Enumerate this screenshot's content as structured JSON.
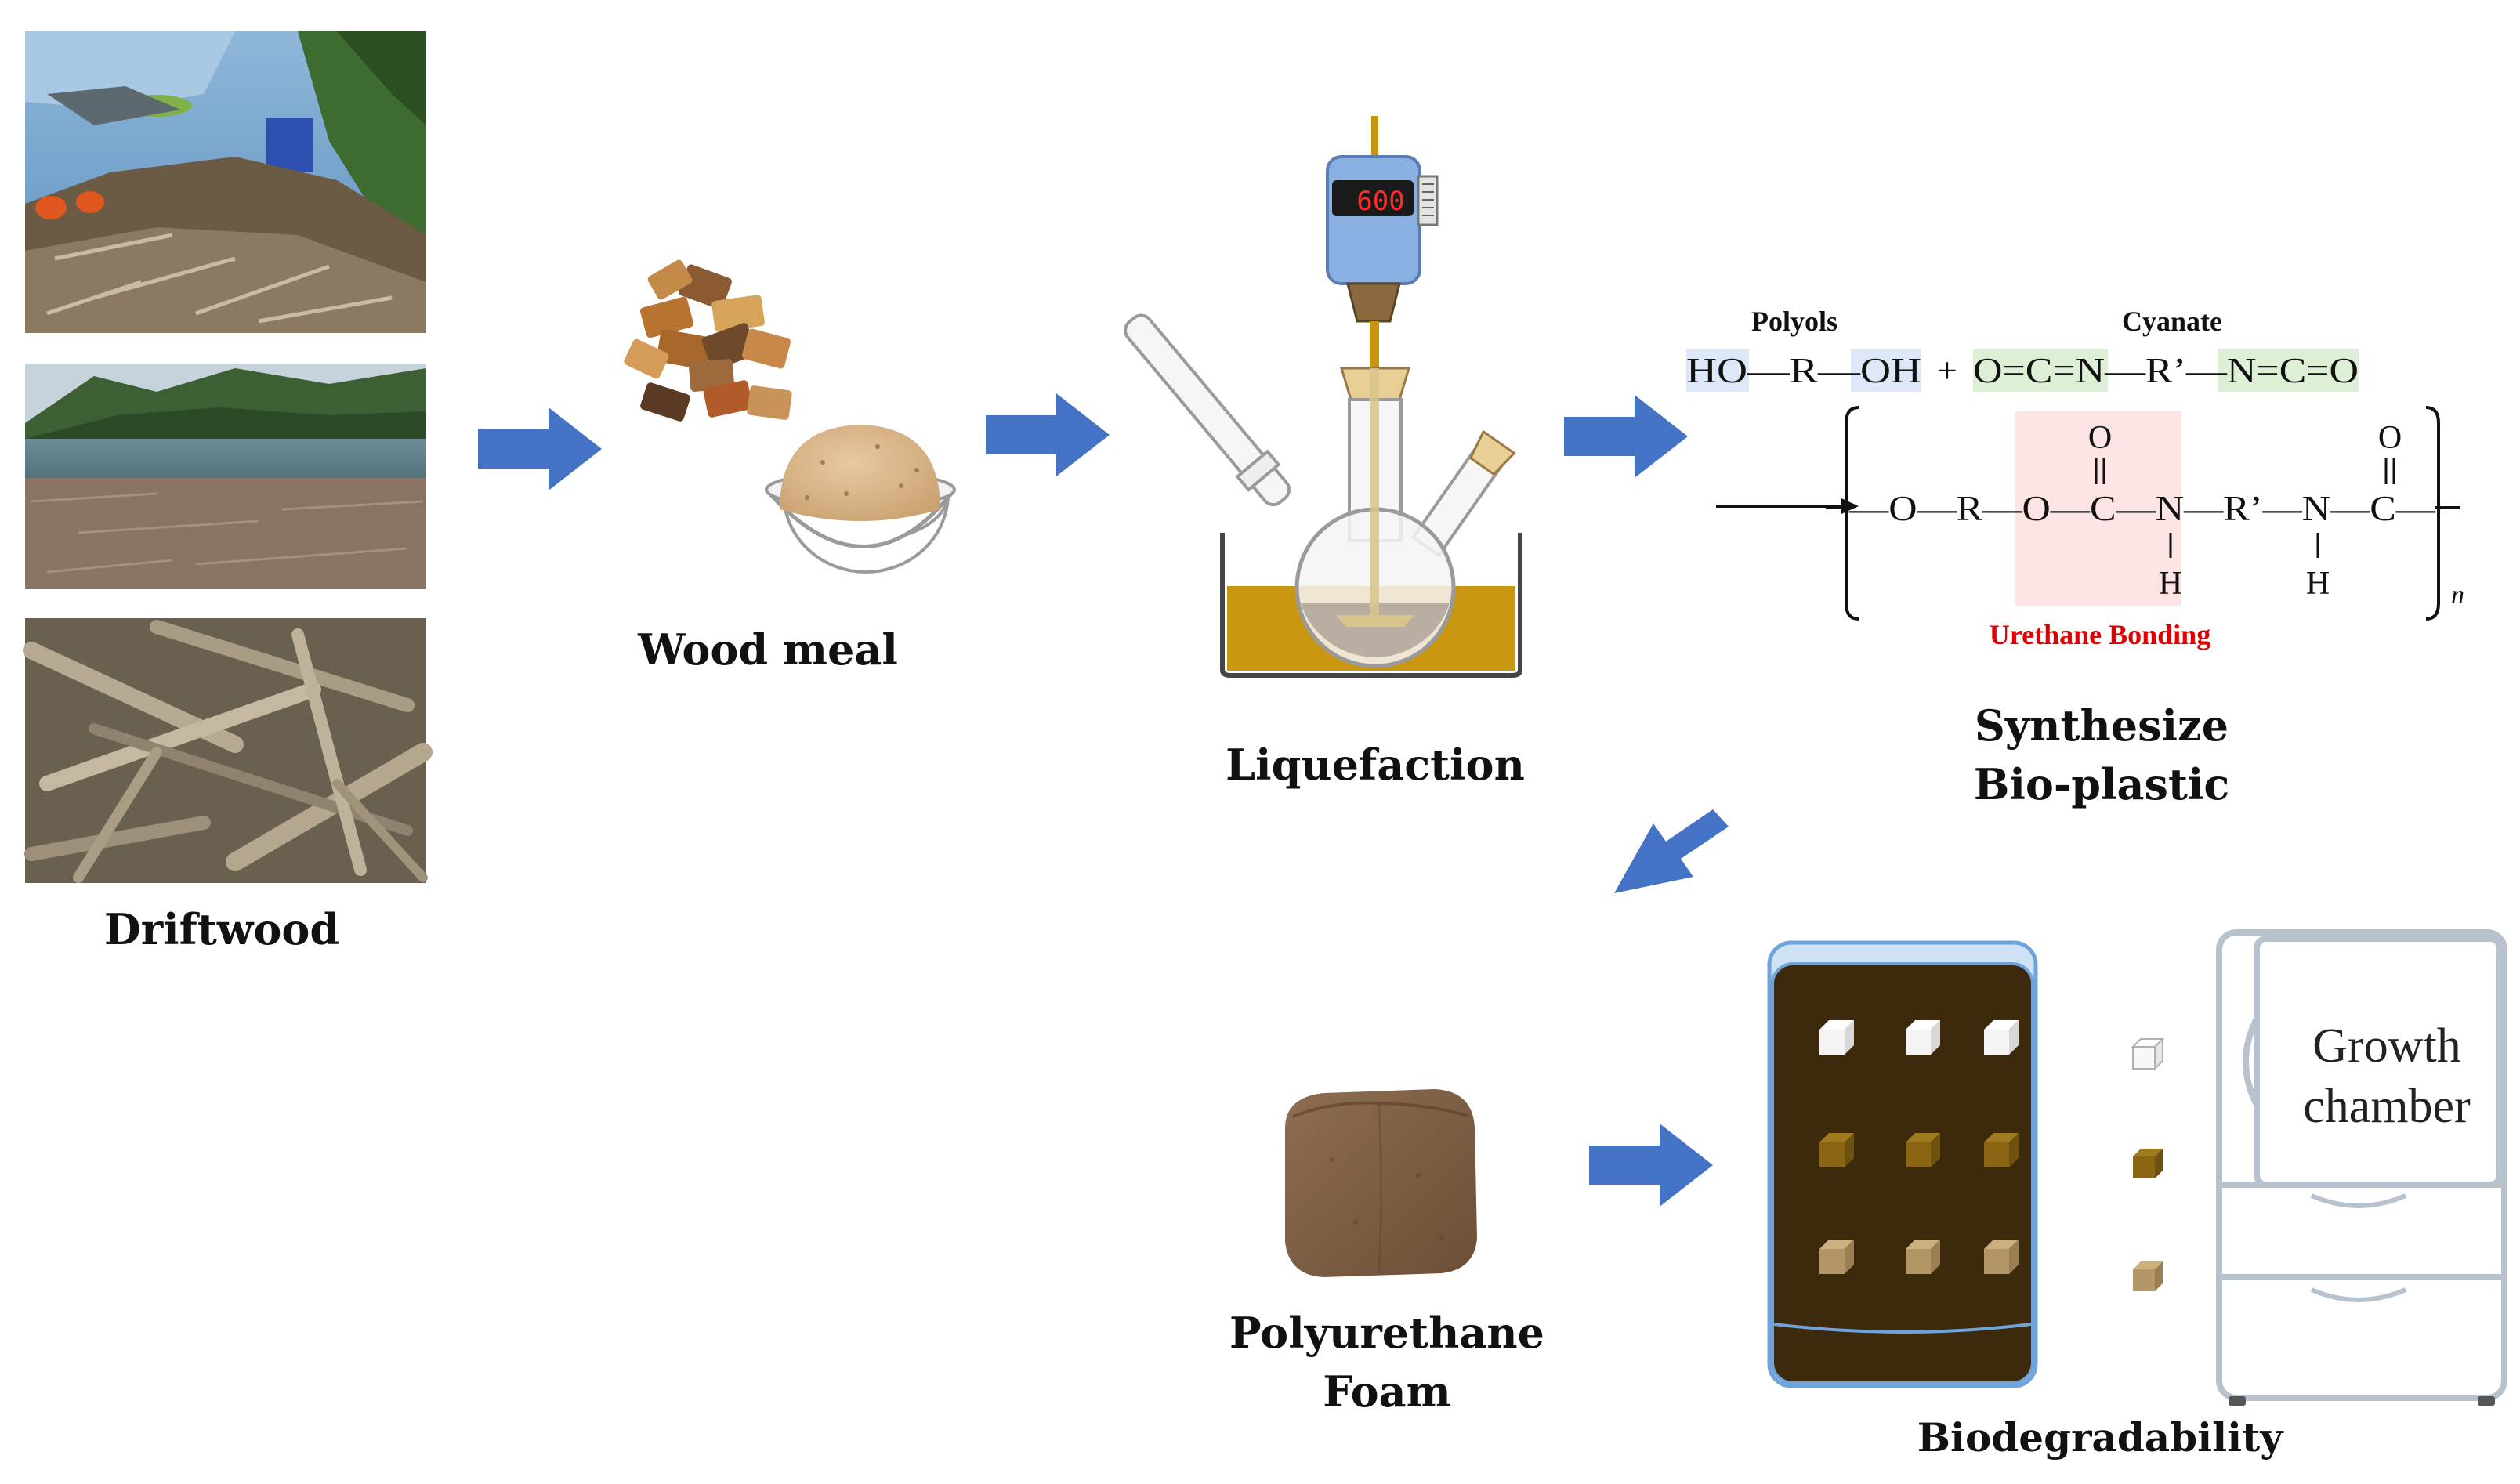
{
  "labels": {
    "driftwood": "Driftwood",
    "wood_meal": "Wood meal",
    "liquefaction": "Liquefaction",
    "synthesize_line1": "Synthesize",
    "synthesize_line2": "Bio-plastic",
    "polyurethane_line1": "Polyurethane",
    "polyurethane_line2": "Foam",
    "biodegradability": "Biodegradability",
    "growth_chamber_line1": "Growth",
    "growth_chamber_line2": "chamber"
  },
  "stirrer": {
    "display": "600"
  },
  "chemistry": {
    "polyols_label": "Polyols",
    "cyanate_label": "Cyanate",
    "reactant_polyol": "HO—R—OH",
    "plus": "+",
    "reactant_cyanate": "O=C=N—R’—N=C=O",
    "product_chain": "—O—R—O—C—N—R’—N—C—",
    "oxygen": "O",
    "hydrogen": "H",
    "repeat_n": "n",
    "urethane_label": "Urethane Bonding"
  },
  "colors": {
    "arrow": "#4472c4",
    "urethane_label": "#e00000",
    "urethane_box": "#fde4e4",
    "polyol_box": "#dde7f8",
    "cyanate_box": "#ddf0d6",
    "soil": "#3d2a0c",
    "liquid": "#c99612",
    "foam": "#7b5e45"
  },
  "icons": [
    "driftwood-photo",
    "wood-chips-icon",
    "wood-meal-bowl-icon",
    "stirrer-icon",
    "flask-icon",
    "foam-cube-icon",
    "soil-tray-icon",
    "sample-cube-icon",
    "growth-chamber-icon"
  ]
}
